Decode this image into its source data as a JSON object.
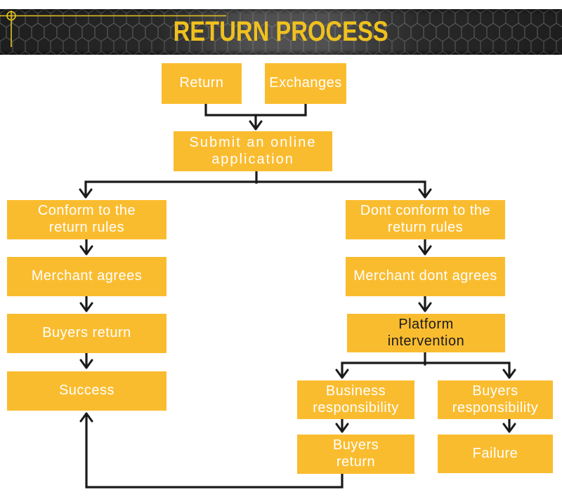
{
  "header": {
    "title": "RETURN PROCESS"
  },
  "nodes": {
    "return": {
      "label": "Return"
    },
    "exchanges": {
      "label": "Exchanges"
    },
    "submit": {
      "label": "Submit an online application"
    },
    "conform": {
      "label": "Conform to the return rules"
    },
    "merchant_agrees": {
      "label": "Merchant agrees"
    },
    "buyers_return_left": {
      "label": "Buyers return"
    },
    "success": {
      "label": "Success"
    },
    "dont_conform": {
      "label": "Dont conform to the return rules"
    },
    "merchant_dont_agrees": {
      "label": "Merchant dont agrees"
    },
    "platform_intervention": {
      "label": "Platform intervention"
    },
    "business_responsibility": {
      "label": "Business responsibility"
    },
    "buyers_responsibility": {
      "label": "Buyers responsibility"
    },
    "buyers_return_right": {
      "label": "Buyers return"
    },
    "failure": {
      "label": "Failure"
    }
  },
  "colors": {
    "box_fill": "#FABC2F",
    "box_text": "#FFFFFF",
    "platform_text": "#1C1C1C",
    "arrow": "#1B1B1B",
    "banner_background": "#1E1E1E",
    "banner_hex_stroke": "#4E4E4E",
    "title_text": "#F0C11E",
    "ornament_yellow": "#E6C41F"
  },
  "icons": {
    "crosshair_ornament": "circle-crosshair"
  }
}
